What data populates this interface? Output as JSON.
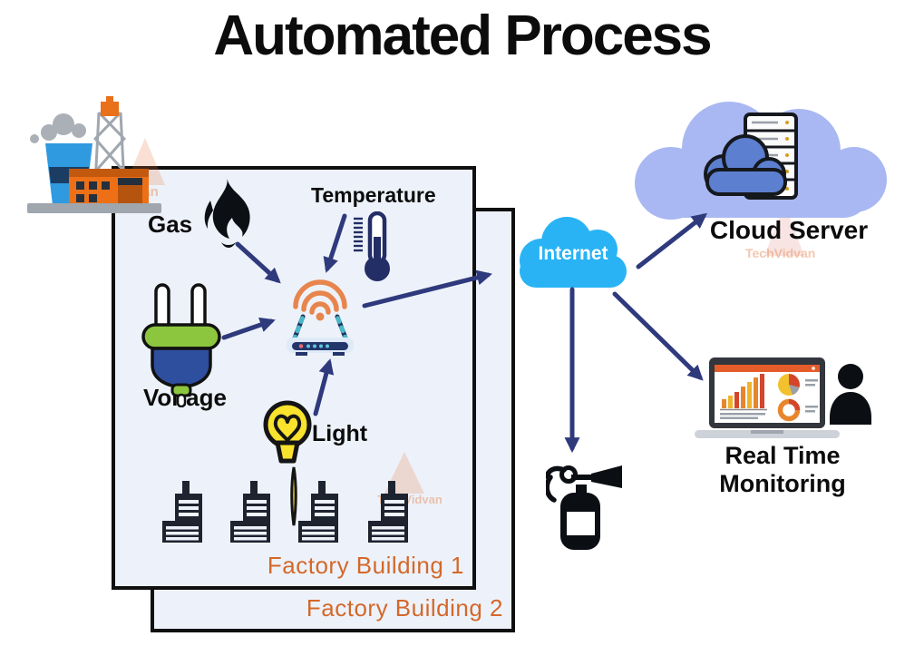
{
  "title": "Automated Process",
  "watermark": {
    "text": "TechVidvan"
  },
  "factory": {
    "building1_label": "Factory Building 1",
    "building2_label": "Factory Building 2"
  },
  "sensors": {
    "gas": "Gas",
    "temperature": "Temperature",
    "voltage": "Voltage",
    "light": "Light"
  },
  "network": {
    "internet_label": "Internet",
    "cloud_server_label": "Cloud Server"
  },
  "monitoring": {
    "line1": "Real Time",
    "line2": "Monitoring"
  },
  "colors": {
    "arrow_navy": "#2f3a7d",
    "panel_fill": "#edf2fa",
    "panel_border": "#101010",
    "orange_label": "#d4682a",
    "internet_blue": "#29b3f5",
    "cloud_periwinkle": "#a9b8f2",
    "inner_cloud_blue": "#5c7fd0",
    "wifi_orange": "#e8854d",
    "bulb_yellow": "#f9e32d",
    "laptop_accent_orange": "#e55c2b"
  },
  "icons": [
    "factory-icon",
    "flame-icon",
    "thermometer-icon",
    "plug-icon",
    "bulb-icon",
    "router-icon",
    "wifi-icon",
    "building-icon",
    "internet-cloud-icon",
    "cloud-server-icon",
    "server-rack-icon",
    "fire-extinguisher-icon",
    "laptop-icon",
    "chart-icon",
    "person-icon"
  ]
}
